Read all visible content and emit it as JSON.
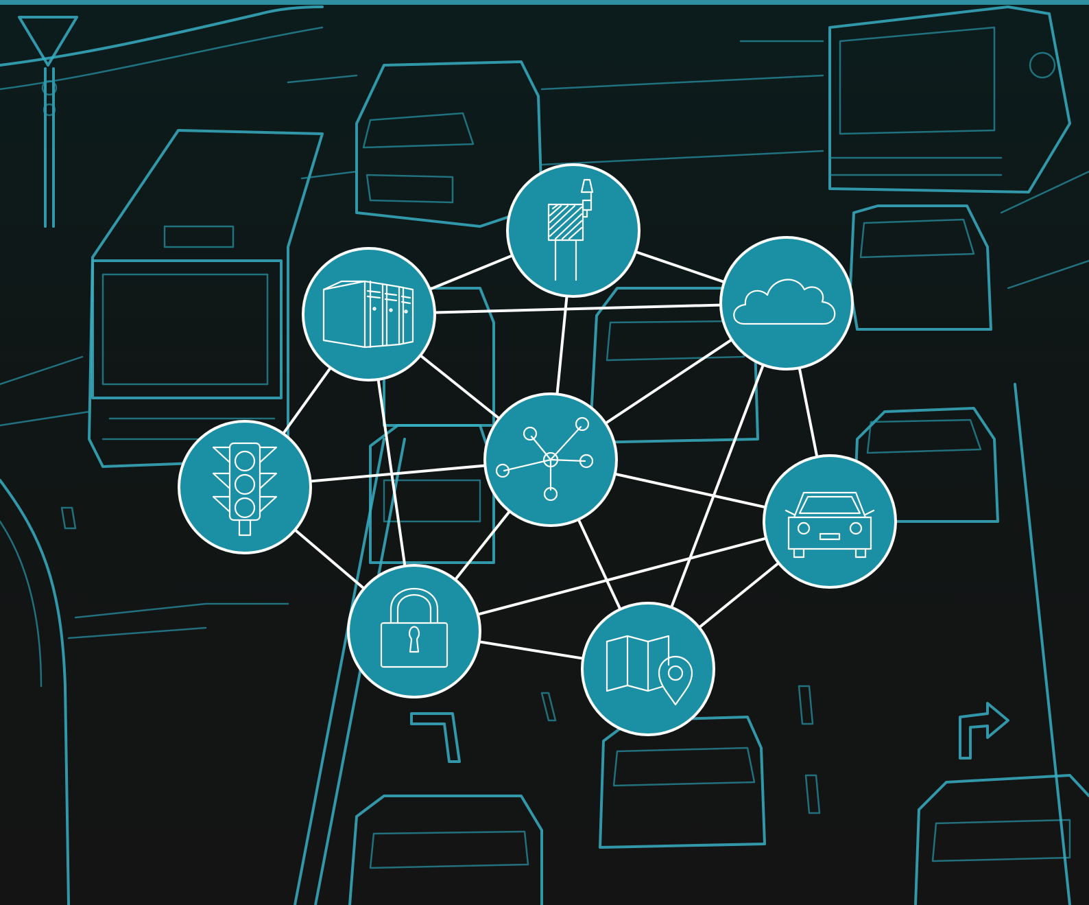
{
  "diagram": {
    "colors": {
      "node_fill": "#1b8fa3",
      "node_outline": "#ffffff",
      "edge": "#ffffff",
      "background_lines": "#38aec2",
      "background": "#141414"
    },
    "nodes": [
      {
        "id": "billboard",
        "icon": "roadside-sign-icon"
      },
      {
        "id": "server",
        "icon": "server-rack-icon"
      },
      {
        "id": "cloud",
        "icon": "cloud-icon"
      },
      {
        "id": "hub",
        "icon": "network-hub-icon"
      },
      {
        "id": "traffic-light",
        "icon": "traffic-light-icon"
      },
      {
        "id": "car",
        "icon": "car-icon"
      },
      {
        "id": "lock",
        "icon": "padlock-icon"
      },
      {
        "id": "map",
        "icon": "map-pin-icon"
      }
    ],
    "edges": [
      [
        "server",
        "billboard"
      ],
      [
        "server",
        "cloud"
      ],
      [
        "billboard",
        "cloud"
      ],
      [
        "billboard",
        "hub"
      ],
      [
        "server",
        "hub"
      ],
      [
        "server",
        "traffic-light"
      ],
      [
        "server",
        "lock"
      ],
      [
        "cloud",
        "hub"
      ],
      [
        "cloud",
        "car"
      ],
      [
        "cloud",
        "map"
      ],
      [
        "traffic-light",
        "hub"
      ],
      [
        "traffic-light",
        "lock"
      ],
      [
        "hub",
        "lock"
      ],
      [
        "hub",
        "map"
      ],
      [
        "hub",
        "car"
      ],
      [
        "lock",
        "map"
      ],
      [
        "lock",
        "car"
      ],
      [
        "car",
        "map"
      ]
    ]
  }
}
